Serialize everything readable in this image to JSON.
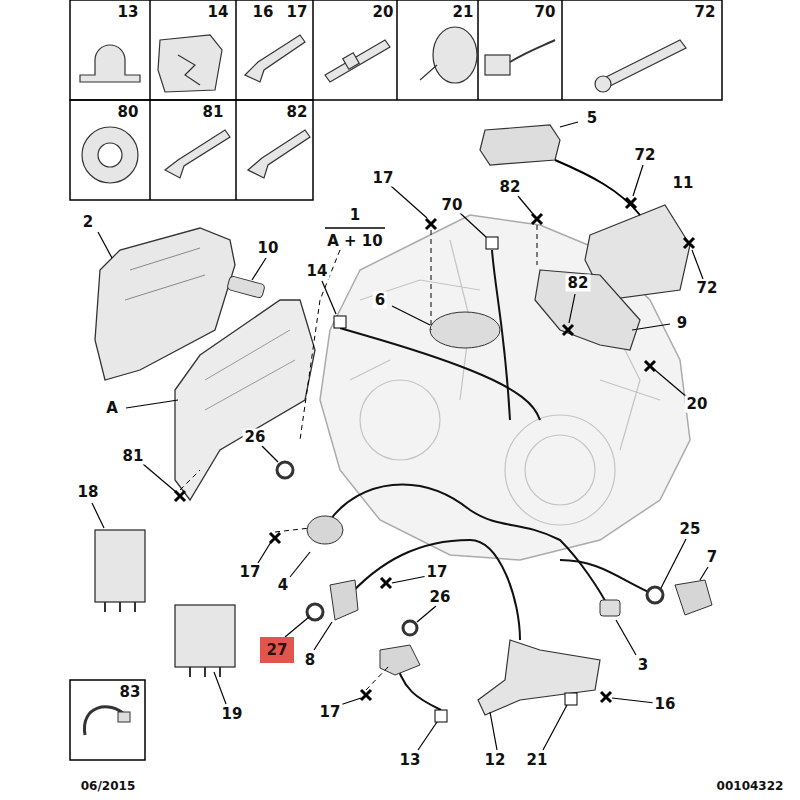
{
  "diagram": {
    "nodes": [
      {
        "text": [
          "27"
        ]
      }
    ],
    "labels": [
      "13",
      "14",
      "16",
      "17",
      "20",
      "21",
      "70",
      "72",
      "80",
      "81",
      "82",
      "83",
      "1",
      "A + 10",
      "17",
      "70",
      "82",
      "5",
      "72",
      "11",
      "72",
      "2",
      "10",
      "14",
      "6",
      "82",
      "9",
      "20",
      "A",
      "26",
      "81",
      "18",
      "17",
      "4",
      "17",
      "8",
      "26",
      "25",
      "7",
      "3",
      "19",
      "17",
      "13",
      "12",
      "21",
      "16",
      "06/2015",
      "00104322"
    ]
  }
}
